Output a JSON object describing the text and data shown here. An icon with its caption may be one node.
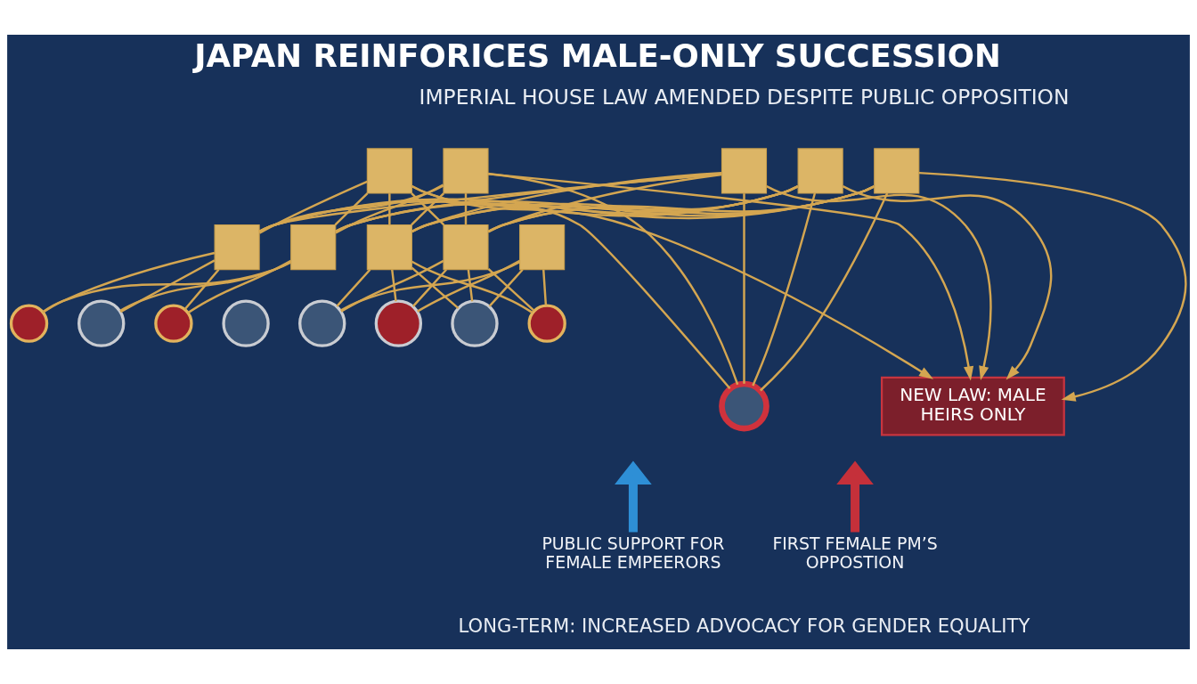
{
  "diagram": {
    "title": "JAPAN REINFORICES MALE-ONLY SUCCESSION",
    "nodes": [
      {
        "text": [],
        "shape": "box"
      },
      {
        "text": [],
        "shape": "box"
      },
      {
        "text": [],
        "shape": "box"
      },
      {
        "text": [],
        "shape": "box"
      },
      {
        "text": [],
        "shape": "box"
      },
      {
        "text": [],
        "shape": "box"
      },
      {
        "text": [],
        "shape": "box"
      },
      {
        "text": [],
        "shape": "box"
      },
      {
        "text": [],
        "shape": "box"
      },
      {
        "text": [],
        "shape": "box"
      },
      {
        "text": [],
        "shape": "person"
      },
      {
        "text": [],
        "shape": "person"
      },
      {
        "text": [],
        "shape": "person"
      },
      {
        "text": [],
        "shape": "person"
      },
      {
        "text": [],
        "shape": "person"
      },
      {
        "text": [],
        "shape": "person"
      },
      {
        "text": [],
        "shape": "person"
      },
      {
        "text": [],
        "shape": "person"
      },
      {
        "text": [
          "NEW LAW: MALE HEIRS ONLY"
        ]
      },
      {
        "text": [],
        "shape": "person"
      },
      {
        "text": [
          "PUBLIC SUPPORT FOR FEMALE EMPEERORS"
        ]
      },
      {
        "text": [
          "FIRST FEMALE PM’S OPPOSTION"
        ]
      }
    ],
    "edges": [
      {
        "from": 0,
        "to": 5,
        "arrow": "none"
      },
      {
        "from": 0,
        "to": 6,
        "arrow": "none"
      },
      {
        "from": 0,
        "to": 7,
        "arrow": "none"
      },
      {
        "from": 0,
        "to": 8,
        "arrow": "none"
      },
      {
        "from": 0,
        "to": 18,
        "arrow": "to"
      },
      {
        "from": 0,
        "to": 19,
        "arrow": "none"
      },
      {
        "from": 1,
        "to": 5,
        "arrow": "none"
      },
      {
        "from": 1,
        "to": 6,
        "arrow": "none"
      },
      {
        "from": 1,
        "to": 7,
        "arrow": "none"
      },
      {
        "from": 1,
        "to": 8,
        "arrow": "none"
      },
      {
        "from": 1,
        "to": 18,
        "arrow": "to"
      },
      {
        "from": 1,
        "to": 19,
        "arrow": "none"
      },
      {
        "from": 2,
        "to": 5,
        "arrow": "none"
      },
      {
        "from": 2,
        "to": 6,
        "arrow": "none"
      },
      {
        "from": 2,
        "to": 7,
        "arrow": "none"
      },
      {
        "from": 2,
        "to": 8,
        "arrow": "none"
      },
      {
        "from": 2,
        "to": 18,
        "arrow": "to"
      },
      {
        "from": 2,
        "to": 19,
        "arrow": "none"
      },
      {
        "from": 3,
        "to": 5,
        "arrow": "none"
      },
      {
        "from": 3,
        "to": 6,
        "arrow": "none"
      },
      {
        "from": 3,
        "to": 7,
        "arrow": "none"
      },
      {
        "from": 3,
        "to": 8,
        "arrow": "none"
      },
      {
        "from": 3,
        "to": 18,
        "arrow": "to"
      },
      {
        "from": 3,
        "to": 19,
        "arrow": "none"
      },
      {
        "from": 4,
        "to": 5,
        "arrow": "none"
      },
      {
        "from": 4,
        "to": 6,
        "arrow": "none"
      },
      {
        "from": 4,
        "to": 7,
        "arrow": "none"
      },
      {
        "from": 4,
        "to": 8,
        "arrow": "none"
      },
      {
        "from": 4,
        "to": 18,
        "arrow": "to"
      },
      {
        "from": 4,
        "to": 19,
        "arrow": "none"
      },
      {
        "from": 5,
        "to": 10,
        "arrow": "none"
      },
      {
        "from": 5,
        "to": 11,
        "arrow": "none"
      },
      {
        "from": 5,
        "to": 12,
        "arrow": "none"
      },
      {
        "from": 6,
        "to": 10,
        "arrow": "none"
      },
      {
        "from": 6,
        "to": 11,
        "arrow": "none"
      },
      {
        "from": 6,
        "to": 12,
        "arrow": "none"
      },
      {
        "from": 7,
        "to": 14,
        "arrow": "none"
      },
      {
        "from": 7,
        "to": 15,
        "arrow": "none"
      },
      {
        "from": 7,
        "to": 16,
        "arrow": "none"
      },
      {
        "from": 7,
        "to": 17,
        "arrow": "none"
      },
      {
        "from": 8,
        "to": 14,
        "arrow": "none"
      },
      {
        "from": 8,
        "to": 15,
        "arrow": "none"
      },
      {
        "from": 8,
        "to": 16,
        "arrow": "none"
      },
      {
        "from": 8,
        "to": 17,
        "arrow": "none"
      },
      {
        "from": 9,
        "to": 14,
        "arrow": "none"
      },
      {
        "from": 9,
        "to": 15,
        "arrow": "none"
      },
      {
        "from": 9,
        "to": 16,
        "arrow": "none"
      },
      {
        "from": 9,
        "to": 17,
        "arrow": "none"
      },
      {
        "from": 20,
        "to": null,
        "arrow": "to",
        "style": "thick",
        "color": "#2e8fd6"
      },
      {
        "from": 21,
        "to": null,
        "arrow": "to",
        "style": "thick",
        "color": "#c5303a"
      }
    ],
    "labels": [
      "IMPERIAL HOUSE LAW AMENDED DESPITE PUBLIC OPPOSITION",
      "LONG-TERM: INCREASED ADVOCACY FOR GENDER EQUALITY"
    ]
  }
}
